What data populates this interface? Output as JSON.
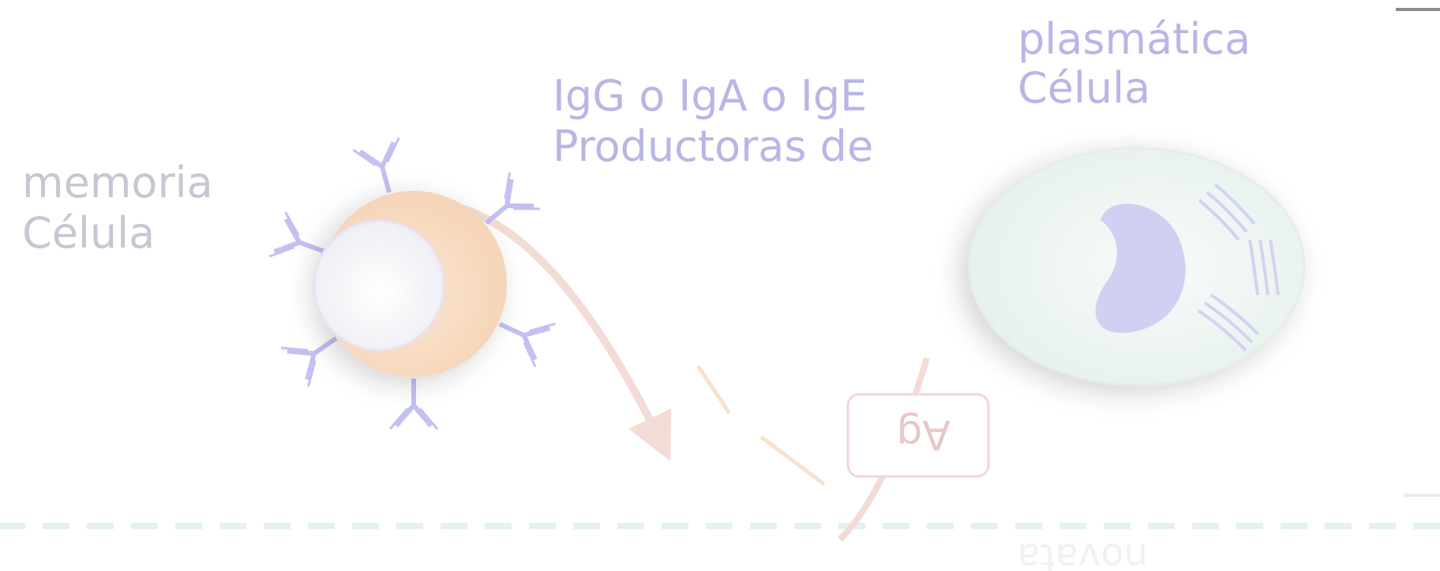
{
  "labels": {
    "memory_cell_line1": "Célula",
    "memory_cell_line2": "memoria",
    "producers_line1": "Productoras de",
    "producers_line2": "IgG o IgA o IgE",
    "plasma_cell_line1": "Célula",
    "plasma_cell_line2": "plasmática",
    "antigen": "Ag",
    "naive": "novata"
  },
  "colors": {
    "label_text": "#b9b6e6",
    "memory_label_text": "#c8c6d2",
    "antibody": "#c3c0f2",
    "memory_cell_body": "#f8dcc4",
    "plasma_cell_body": "#edf5f2",
    "plasma_nucleus": "#d2d0f2",
    "arrow": "#f3dcd6",
    "dashed_line": "#e3f2ee",
    "ag_box": "#f2d6d6"
  },
  "orientation": "rotated-180"
}
